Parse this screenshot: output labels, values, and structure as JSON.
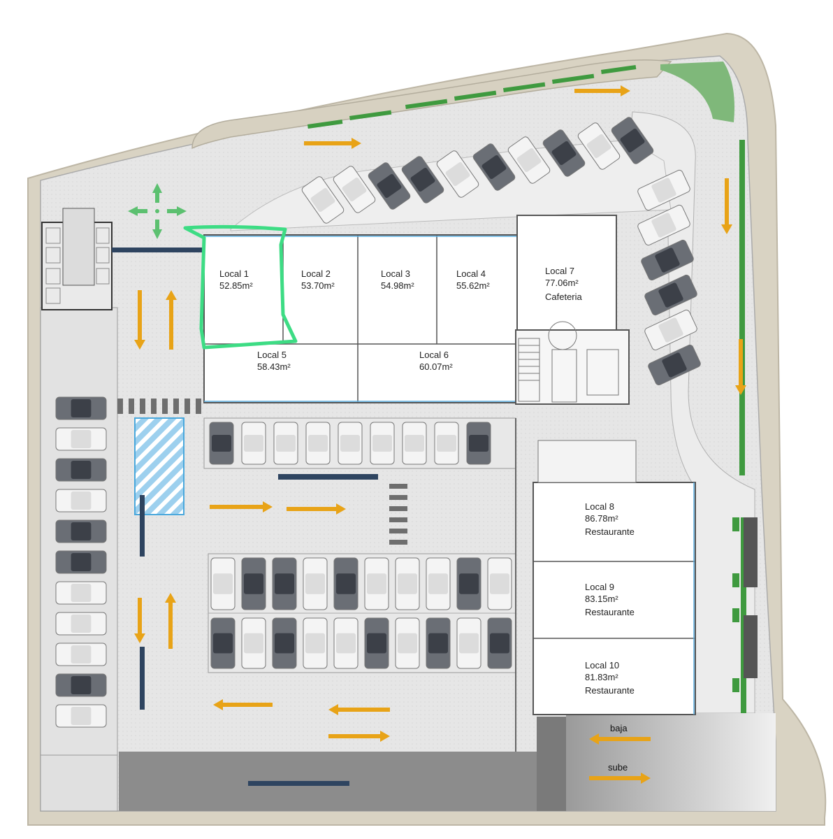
{
  "units": {
    "local1": {
      "name": "Local 1",
      "area": "52.85m²"
    },
    "local2": {
      "name": "Local 2",
      "area": "53.70m²"
    },
    "local3": {
      "name": "Local 3",
      "area": "54.98m²"
    },
    "local4": {
      "name": "Local 4",
      "area": "55.62m²"
    },
    "local5": {
      "name": "Local 5",
      "area": "58.43m²"
    },
    "local6": {
      "name": "Local 6",
      "area": "60.07m²"
    },
    "local7": {
      "name": "Local 7",
      "area": "77.06m²",
      "use": "Cafeteria"
    },
    "local8": {
      "name": "Local 8",
      "area": "86.78m²",
      "use": "Restaurante"
    },
    "local9": {
      "name": "Local 9",
      "area": "83.15m²",
      "use": "Restaurante"
    },
    "local10": {
      "name": "Local 10",
      "area": "81.83m²",
      "use": "Restaurante"
    }
  },
  "ramp": {
    "down": "baja",
    "up": "sube"
  },
  "colors": {
    "pavement": "#e4e4e4",
    "street": "#d8d2c2",
    "highlight": "#3ddc84",
    "arrow": "#e8a317",
    "wall": "#555555",
    "glass": "#5aaee0",
    "car": "#6a6e75",
    "hedge": "#3f9a3f"
  }
}
